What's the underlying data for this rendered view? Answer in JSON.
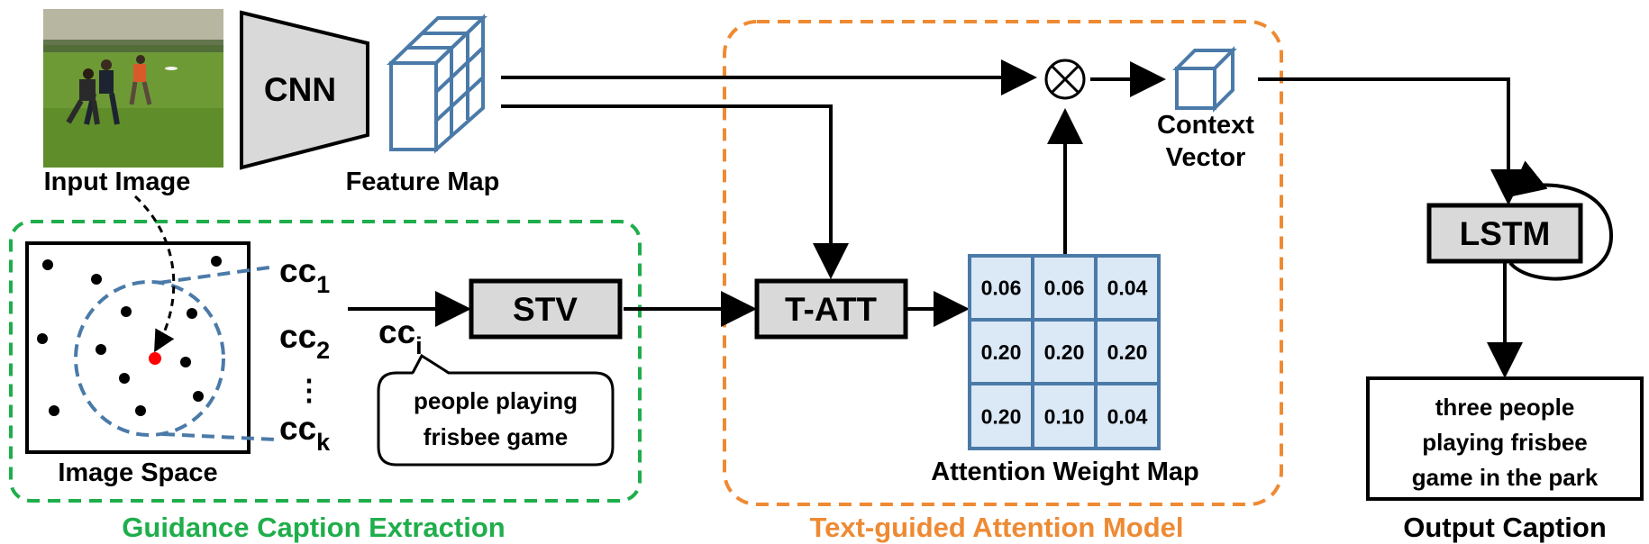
{
  "input_image": {
    "label": "Input Image"
  },
  "cnn": {
    "label": "CNN"
  },
  "feature_map": {
    "label": "Feature Map"
  },
  "guidance": {
    "title": "Guidance Caption Extraction",
    "image_space_label": "Image Space",
    "cc_labels": [
      {
        "base": "cc",
        "sub": "1"
      },
      {
        "base": "cc",
        "sub": "2"
      },
      {
        "base": "cc",
        "sub": "k"
      }
    ],
    "ellipsis": "⋮",
    "cci": {
      "base": "cc",
      "sub": "i"
    },
    "stv_label": "STV",
    "callout_line1": "people playing",
    "callout_line2": "frisbee game"
  },
  "attention": {
    "title": "Text-guided Attention Model",
    "tatt_label": "T-ATT",
    "weight_map_label": "Attention Weight Map",
    "weights": [
      [
        "0.06",
        "0.06",
        "0.04"
      ],
      [
        "0.20",
        "0.20",
        "0.20"
      ],
      [
        "0.20",
        "0.10",
        "0.04"
      ]
    ],
    "multiply_symbol": "⊗",
    "context_line1": "Context",
    "context_line2": "Vector"
  },
  "lstm": {
    "label": "LSTM"
  },
  "output": {
    "line1": "three people",
    "line2": "playing frisbee",
    "line3": "game in the park",
    "label": "Output Caption"
  },
  "colors": {
    "green": "#1fae4b",
    "orange": "#ee8a33",
    "blue": "#4a7aa8",
    "cell_fill": "#dbe8f6",
    "box_fill": "#d9d9d9",
    "red_dot": "#ff0000"
  }
}
